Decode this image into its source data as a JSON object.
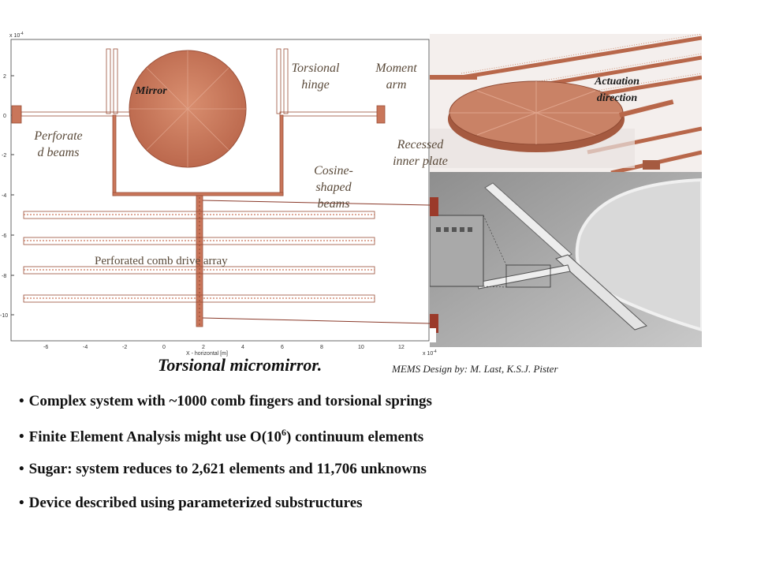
{
  "plot": {
    "y_exponent": "x 10",
    "y_exponent_power": "-4",
    "x_exponent": "x 10",
    "x_exponent_power": "-4",
    "x_axis_label": "X - horizontal  [m]",
    "y_ticks": [
      "2",
      "0",
      "-2",
      "-4",
      "-6",
      "-8",
      "-10"
    ],
    "x_ticks": [
      "-6",
      "-4",
      "-2",
      "0",
      "2",
      "4",
      "6",
      "8",
      "10",
      "12"
    ]
  },
  "labels": {
    "mirror": "Mirror",
    "perforated_beams_1": "Perforate",
    "perforated_beams_2": "d beams",
    "torsional_hinge_1": "Torsional",
    "torsional_hinge_2": "hinge",
    "moment_arm_1": "Moment",
    "moment_arm_2": "arm",
    "recessed_1": "Recessed",
    "recessed_2": "inner plate",
    "cosine_1": "Cosine-",
    "cosine_2": "shaped",
    "cosine_3": "beams",
    "comb_array": "Perforated comb drive array",
    "actuation_1": "Actuation",
    "actuation_2": "direction"
  },
  "caption": {
    "title": "Torsional micromirror.",
    "credit": "MEMS Design by: M. Last, K.S.J. Pister"
  },
  "bullets": {
    "b1": "Complex system with ~1000 comb fingers and torsional springs",
    "b2_pre": "Finite Element Analysis might use O(10",
    "b2_sup": "6",
    "b2_post": ") continuum elements",
    "b3": "Sugar: system reduces to 2,621 elements and 11,706 unknowns",
    "b4": "Device described using parameterized substructures"
  },
  "colors": {
    "structure": "#c9765a",
    "structure_dark": "#9a4f38",
    "sem_gray": "#b8b8b8"
  }
}
